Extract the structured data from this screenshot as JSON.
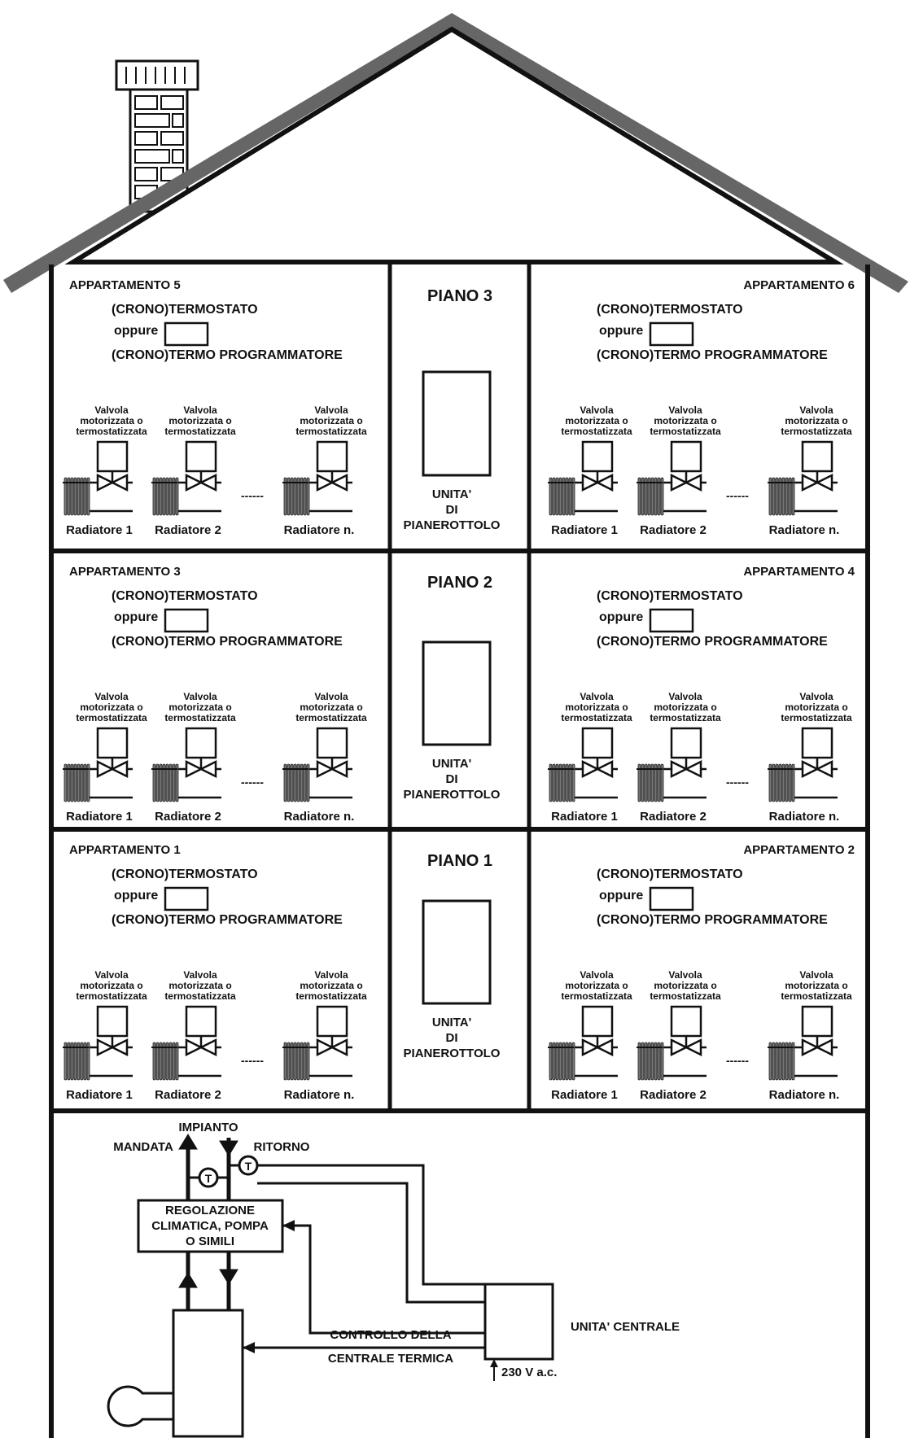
{
  "floors": [
    {
      "label": "PIANO 3",
      "landing": [
        "UNITA'",
        "DI",
        "PIANEROTTOLO"
      ]
    },
    {
      "label": "PIANO 2",
      "landing": [
        "UNITA'",
        "DI",
        "PIANEROTTOLO"
      ]
    },
    {
      "label": "PIANO 1",
      "landing": [
        "UNITA'",
        "DI",
        "PIANEROTTOLO"
      ]
    }
  ],
  "apartments": [
    {
      "name": "APPARTAMENTO 5"
    },
    {
      "name": "APPARTAMENTO 6"
    },
    {
      "name": "APPARTAMENTO 3"
    },
    {
      "name": "APPARTAMENTO 4"
    },
    {
      "name": "APPARTAMENTO 1"
    },
    {
      "name": "APPARTAMENTO 2"
    }
  ],
  "apartment_labels": {
    "thermostat": "(CRONO)TERMOSTATO",
    "or": "oppure",
    "programmer": "(CRONO)TERMO PROGRAMMATORE",
    "valve": [
      "Valvola",
      "motorizzata o",
      "termostatizzata"
    ],
    "radiators": [
      "Radiatore 1",
      "Radiatore 2",
      "Radiatore n."
    ],
    "ellipsis": "------"
  },
  "basement": {
    "impianto": "IMPIANTO",
    "mandata": "MANDATA",
    "ritorno": "RITORNO",
    "sensor": "T",
    "regulation": [
      "REGOLAZIONE",
      "CLIMATICA, POMPA",
      "O SIMILI"
    ],
    "control": [
      "CONTROLLO DELLA",
      "CENTRALE TERMICA"
    ],
    "central_unit": "UNITA' CENTRALE",
    "power": "230 V a.c."
  }
}
